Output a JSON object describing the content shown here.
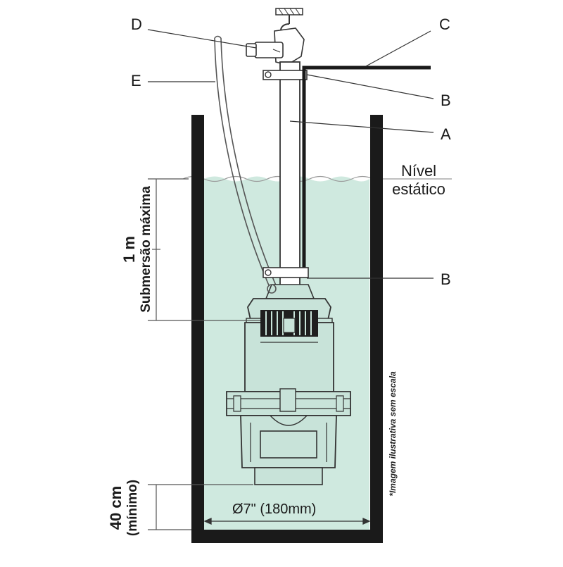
{
  "labels": {
    "a": "A",
    "b_top": "B",
    "b_bottom": "B",
    "c": "C",
    "d": "D",
    "e": "E"
  },
  "static_level": {
    "line1": "Nível",
    "line2": "estático"
  },
  "max_submersion": {
    "value": "1 m",
    "caption": "Submersão máxima"
  },
  "min_height": {
    "value": "40 cm",
    "caption": "(mínimo)"
  },
  "diameter": "Ø7\" (180mm)",
  "footnote": "*Imagem ilustrativa sem escala",
  "colors": {
    "water": "#cfe9df",
    "wall": "#1a1a1a",
    "pump_fill": "#c8e3d9",
    "line": "#333333"
  }
}
